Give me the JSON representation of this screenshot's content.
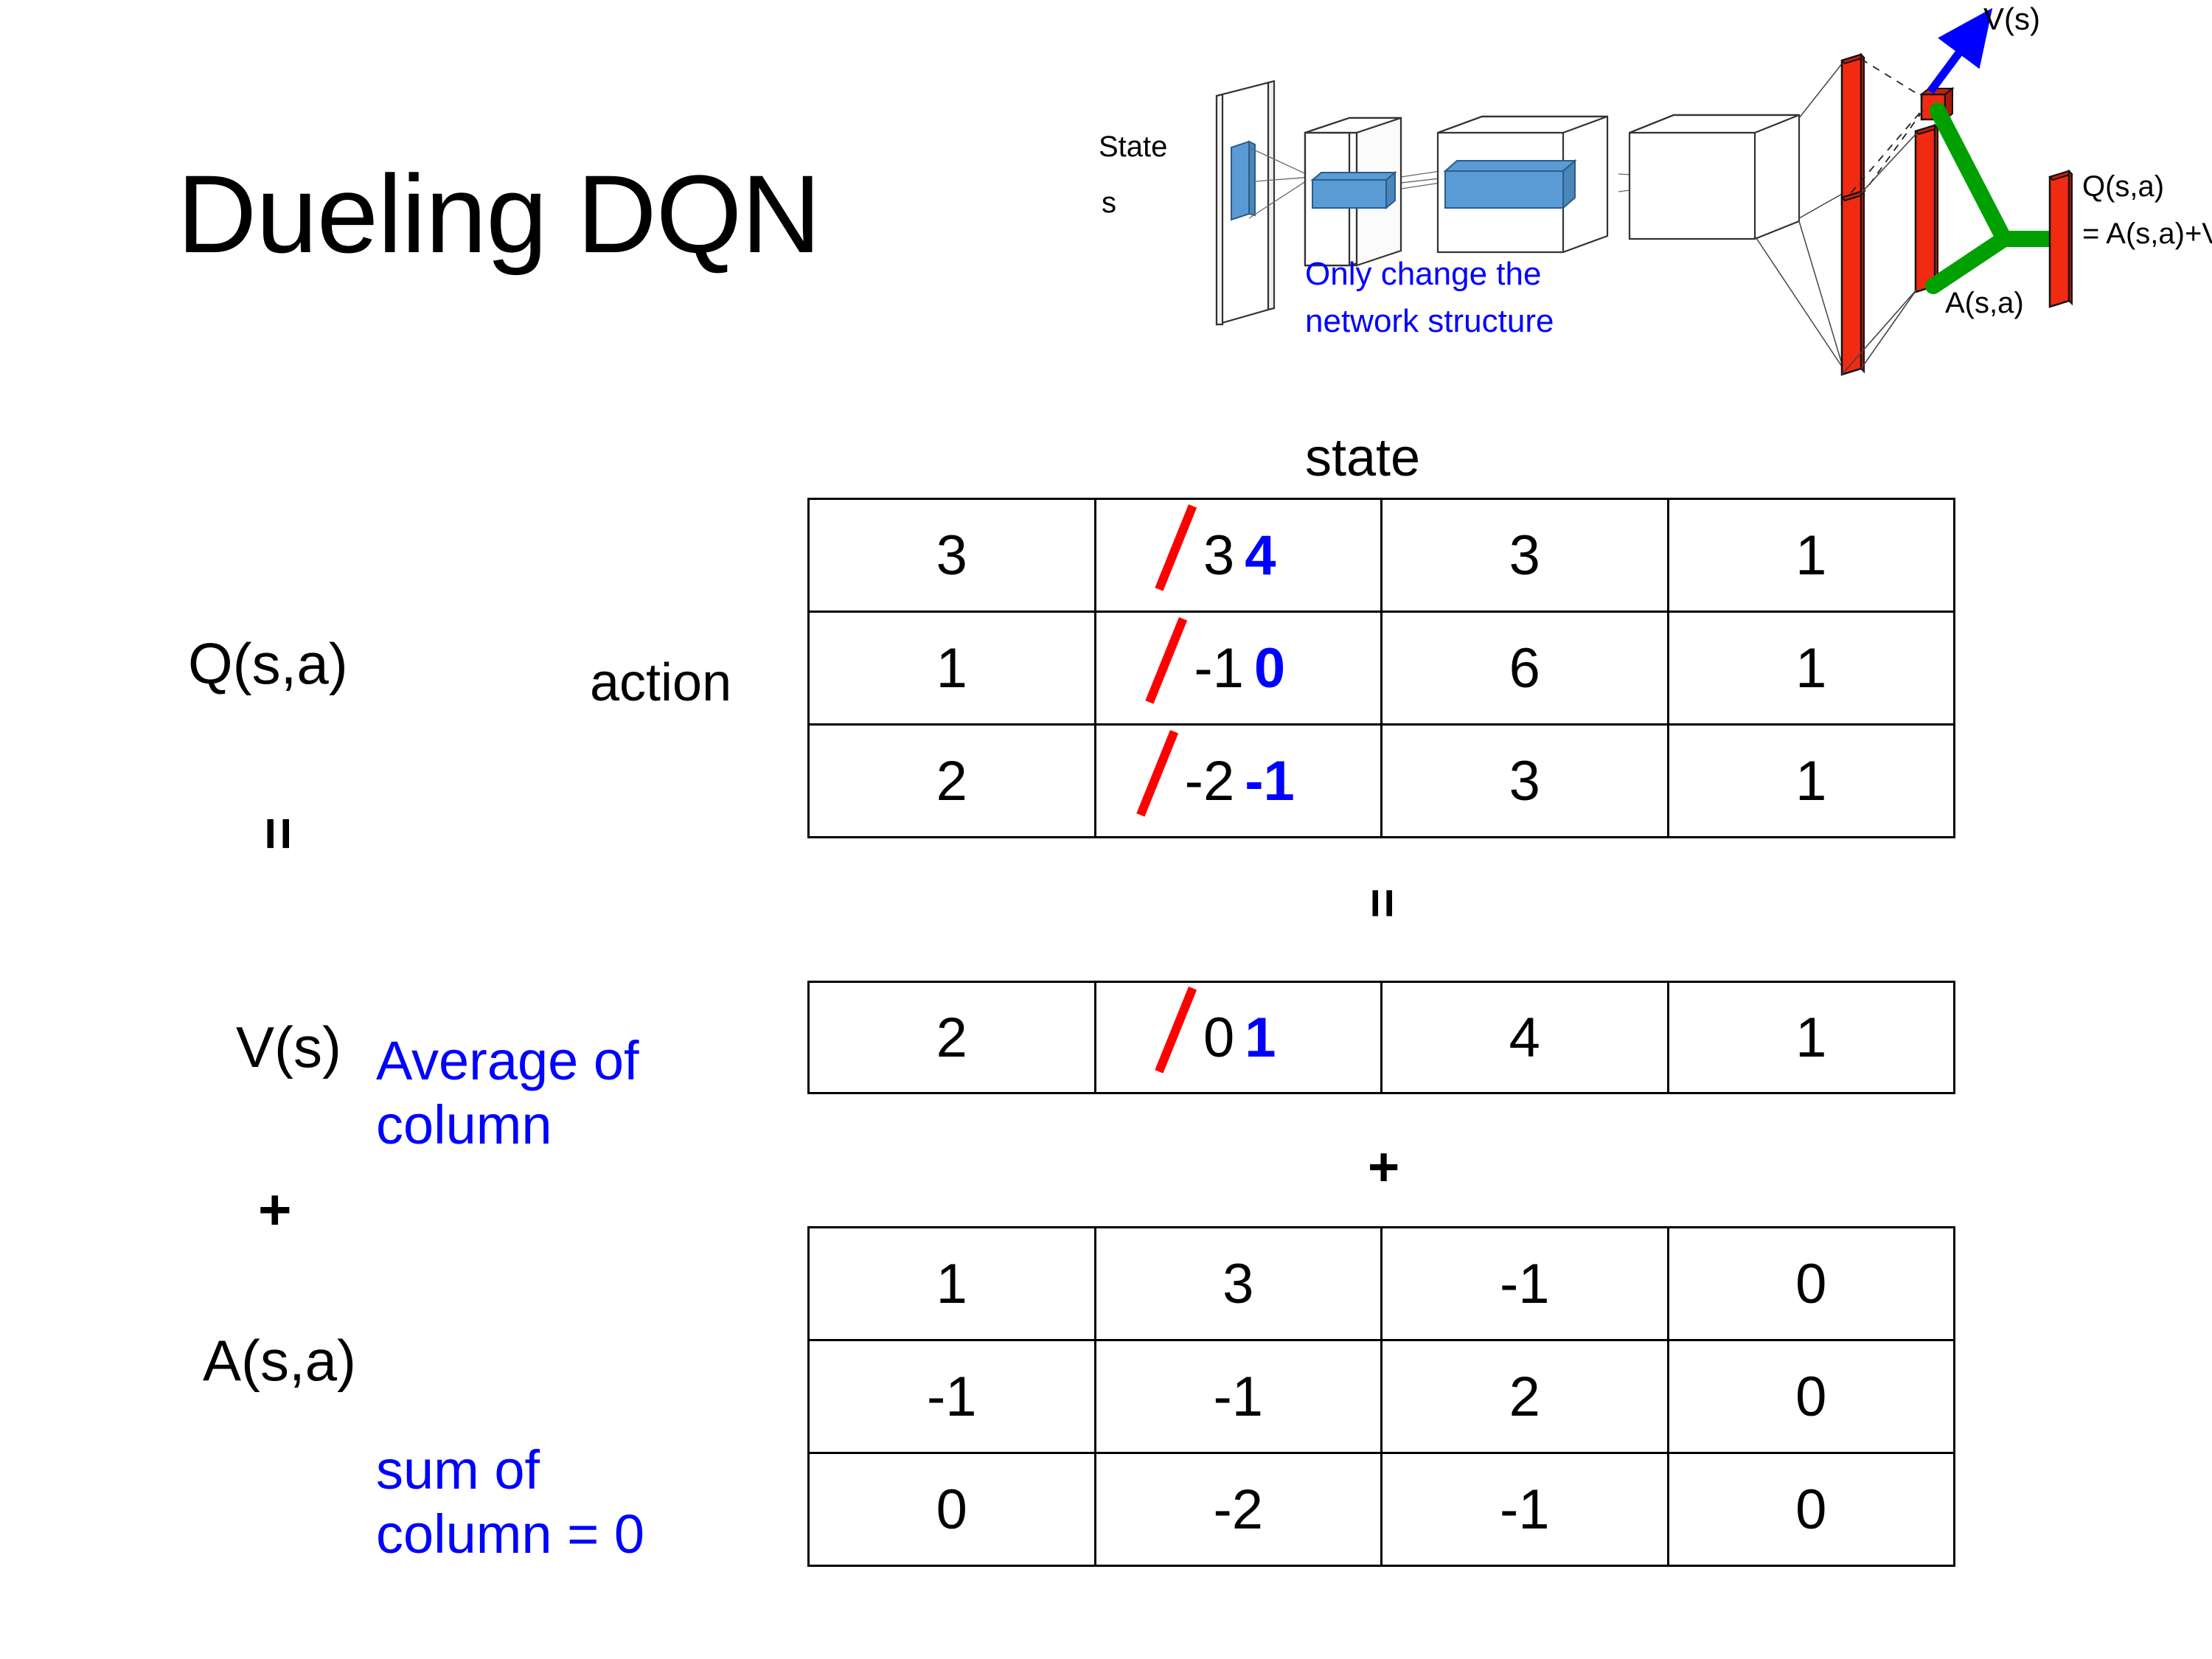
{
  "slide": {
    "title": "Dueling DQN"
  },
  "diagram": {
    "state_label_line1": "State",
    "state_label_line2": "s",
    "note_line1": "Only change the",
    "note_line2": "network structure",
    "v_label": "V(s)",
    "a_label": "A(s,a)",
    "q_label_line1": "Q(s,a)",
    "q_label_line2": "= A(s,a)+V(s)",
    "colors": {
      "note": "#0000ff",
      "arrow": "#0000ff",
      "bar": "#f02b12",
      "merge": "#00a000",
      "conv": "#5b9bd5"
    }
  },
  "labels": {
    "q_label": "Q(s,a)",
    "v_label": "V(s)",
    "a_label": "A(s,a)",
    "action": "action",
    "state": "state",
    "equals_left": "=",
    "plus_left": "+",
    "equals_mid": "=",
    "plus_mid": "+",
    "average_line1": "Average of",
    "average_line2": "column",
    "sum_line1": "sum of",
    "sum_line2": "column = 0",
    "annotation_color": "#0000ff",
    "correction_color": "#0000ff",
    "strike_color": "#ff0000"
  },
  "tables": {
    "q": {
      "name": "Q(s,a)",
      "columns": 4,
      "rows": [
        [
          {
            "v": "3"
          },
          {
            "v": "3",
            "corrected": "4"
          },
          {
            "v": "3"
          },
          {
            "v": "1"
          }
        ],
        [
          {
            "v": "1"
          },
          {
            "v": "-1",
            "corrected": "0"
          },
          {
            "v": "6"
          },
          {
            "v": "1"
          }
        ],
        [
          {
            "v": "2"
          },
          {
            "v": "-2",
            "corrected": "-1"
          },
          {
            "v": "3"
          },
          {
            "v": "1"
          }
        ]
      ]
    },
    "v": {
      "name": "V(s)",
      "columns": 4,
      "rows": [
        [
          {
            "v": "2"
          },
          {
            "v": "0",
            "corrected": "1"
          },
          {
            "v": "4"
          },
          {
            "v": "1"
          }
        ]
      ]
    },
    "a": {
      "name": "A(s,a)",
      "columns": 4,
      "rows": [
        [
          {
            "v": "1"
          },
          {
            "v": "3"
          },
          {
            "v": "-1"
          },
          {
            "v": "0"
          }
        ],
        [
          {
            "v": "-1"
          },
          {
            "v": "-1"
          },
          {
            "v": "2"
          },
          {
            "v": "0"
          }
        ],
        [
          {
            "v": "0"
          },
          {
            "v": "-2"
          },
          {
            "v": "-1"
          },
          {
            "v": "0"
          }
        ]
      ]
    }
  }
}
